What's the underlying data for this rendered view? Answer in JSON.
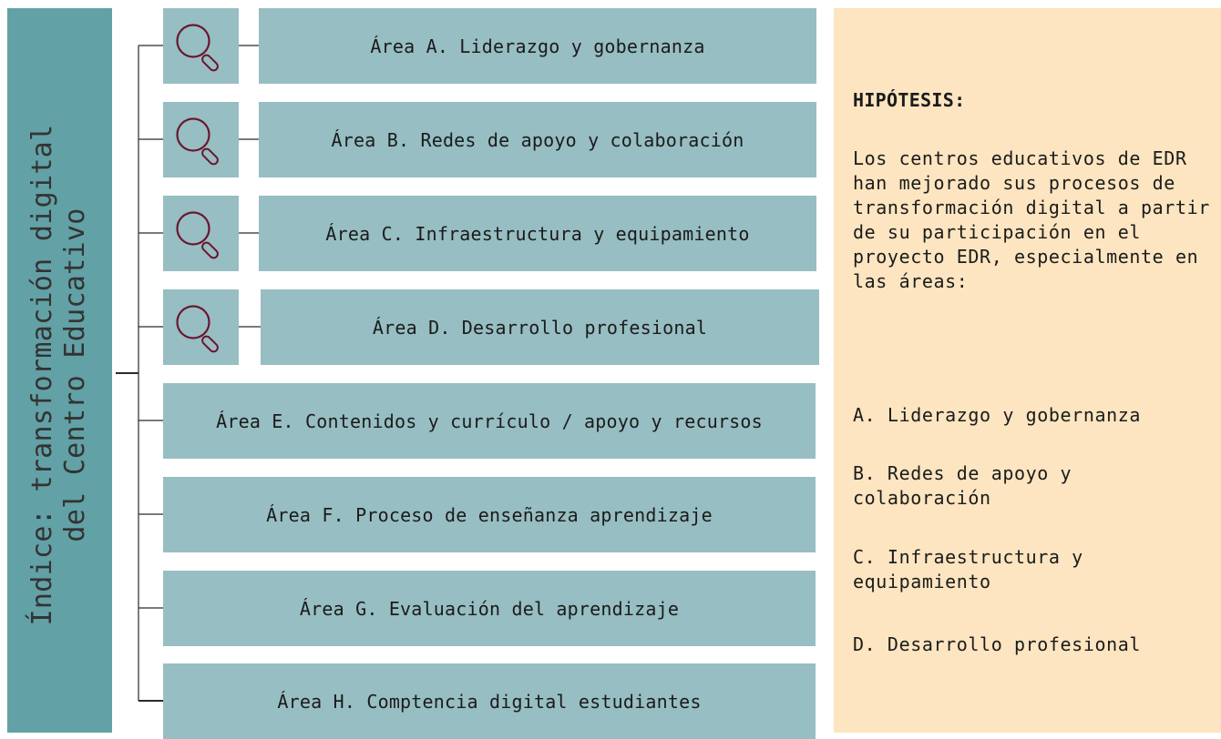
{
  "index": {
    "title_line1": "Índice: transformación digital",
    "title_line2": "del Centro Educativo"
  },
  "areas": [
    {
      "label": "Área A. Liderazgo y gobernanza",
      "highlighted": true
    },
    {
      "label": "Área B. Redes de apoyo y colaboración",
      "highlighted": true
    },
    {
      "label": "Área C. Infraestructura y equipamiento",
      "highlighted": true
    },
    {
      "label": "Área D. Desarrollo profesional",
      "highlighted": true
    },
    {
      "label": "Área E. Contenidos y currículo / apoyo y recursos",
      "highlighted": false
    },
    {
      "label": "Área F. Proceso de enseñanza aprendizaje",
      "highlighted": false
    },
    {
      "label": "Área G. Evaluación del aprendizaje",
      "highlighted": false
    },
    {
      "label": "Área H. Comptencia digital estudiantes",
      "highlighted": false
    }
  ],
  "hypothesis": {
    "title": "HIPÓTESIS:",
    "body": "Los centros educativos de EDR han mejorado sus procesos de transformación digital a partir de su participación en el proyecto EDR, especialmente en las áreas:",
    "items": [
      "A. Liderazgo y gobernanza",
      "B. Redes de apoyo y colaboración",
      "C. Infraestructura y equipamiento",
      "D. Desarrollo profesional"
    ]
  },
  "colors": {
    "index_bar": "#62a1a6",
    "area_box": "#97bec2",
    "hypothesis_panel": "#fce5c0",
    "magnifier_icon": "#6b1530"
  },
  "icon": "magnifier-icon"
}
